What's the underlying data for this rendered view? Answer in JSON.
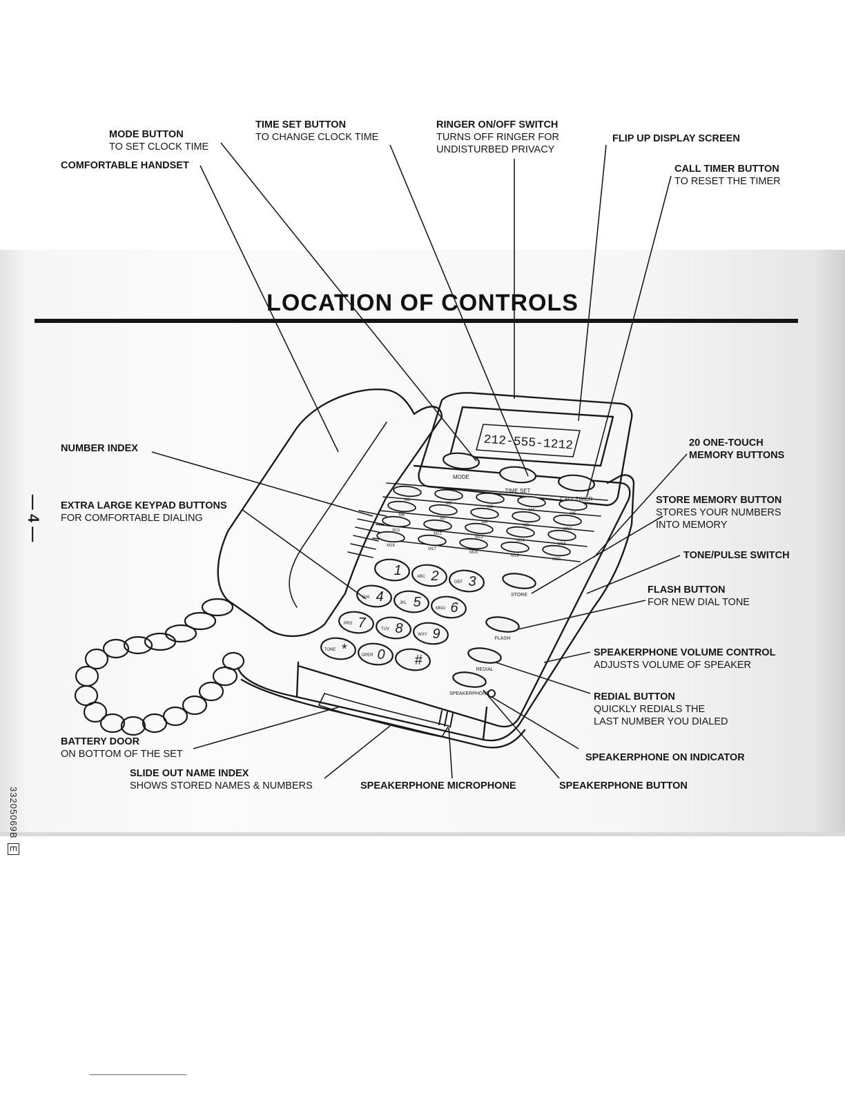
{
  "title": "LOCATION OF CONTROLS",
  "page_number": "— 4 —",
  "doc_code": "33205069B",
  "doc_code_box": "E",
  "display_number": "212-555-1212",
  "labels": {
    "mode_button": {
      "heading": "MODE BUTTON",
      "desc": "TO SET CLOCK TIME"
    },
    "time_set_button": {
      "heading": "TIME SET BUTTON",
      "desc": "TO CHANGE CLOCK TIME"
    },
    "ringer_switch": {
      "heading": "RINGER ON/OFF SWITCH",
      "desc1": "TURNS OFF RINGER FOR",
      "desc2": "UNDISTURBED PRIVACY"
    },
    "flip_display": {
      "heading": "FLIP UP DISPLAY SCREEN"
    },
    "call_timer_button": {
      "heading": "CALL TIMER BUTTON",
      "desc": "TO RESET THE TIMER"
    },
    "handset": {
      "heading": "COMFORTABLE HANDSET"
    },
    "number_index": {
      "heading": "NUMBER INDEX"
    },
    "memory_buttons": {
      "heading1": "20 ONE-TOUCH",
      "heading2": "MEMORY BUTTONS"
    },
    "keypad": {
      "heading": "EXTRA LARGE KEYPAD BUTTONS",
      "desc": "FOR COMFORTABLE DIALING"
    },
    "store_button": {
      "heading": "STORE MEMORY BUTTON",
      "desc1": "STORES YOUR NUMBERS",
      "desc2": "INTO MEMORY"
    },
    "tone_pulse": {
      "heading": "TONE/PULSE SWITCH"
    },
    "flash_button": {
      "heading": "FLASH BUTTON",
      "desc": "FOR NEW DIAL TONE"
    },
    "speaker_volume": {
      "heading": "SPEAKERPHONE VOLUME CONTROL",
      "desc": "ADJUSTS VOLUME OF SPEAKER"
    },
    "redial_button": {
      "heading": "REDIAL BUTTON",
      "desc1": "QUICKLY REDIALS THE",
      "desc2": "LAST NUMBER YOU DIALED"
    },
    "battery_door": {
      "heading": "BATTERY DOOR",
      "desc": "ON BOTTOM OF THE SET"
    },
    "speaker_indicator": {
      "heading": "SPEAKERPHONE ON INDICATOR"
    },
    "name_index": {
      "heading": "SLIDE OUT NAME INDEX",
      "desc": "SHOWS STORED NAMES & NUMBERS"
    },
    "speaker_mic": {
      "heading": "SPEAKERPHONE MICROPHONE"
    },
    "speaker_button": {
      "heading": "SPEAKERPHONE BUTTON"
    }
  },
  "keys": [
    {
      "digit": "1",
      "letters": ""
    },
    {
      "digit": "2",
      "letters": "ABC"
    },
    {
      "digit": "3",
      "letters": "DEF"
    },
    {
      "digit": "4",
      "letters": "GHI"
    },
    {
      "digit": "5",
      "letters": "JKL"
    },
    {
      "digit": "6",
      "letters": "MNO"
    },
    {
      "digit": "7",
      "letters": "PRS"
    },
    {
      "digit": "8",
      "letters": "TUV"
    },
    {
      "digit": "9",
      "letters": "WXY"
    },
    {
      "digit": "*",
      "letters": "TONE"
    },
    {
      "digit": "0",
      "letters": "OPER"
    },
    {
      "digit": "#",
      "letters": ""
    }
  ],
  "function_buttons": [
    "STORE",
    "FLASH",
    "REDIAL",
    "SPEAKERPHONE"
  ],
  "top_buttons": [
    "MODE",
    "TIME SET",
    "CALL TIMER"
  ],
  "memory_labels": [
    "M1",
    "M2",
    "M3",
    "M4",
    "M5",
    "M6",
    "M7",
    "M8",
    "M9",
    "M10",
    "M11",
    "M12",
    "M13",
    "M14",
    "M15",
    "M16",
    "M17",
    "M18",
    "M19",
    "M20"
  ]
}
